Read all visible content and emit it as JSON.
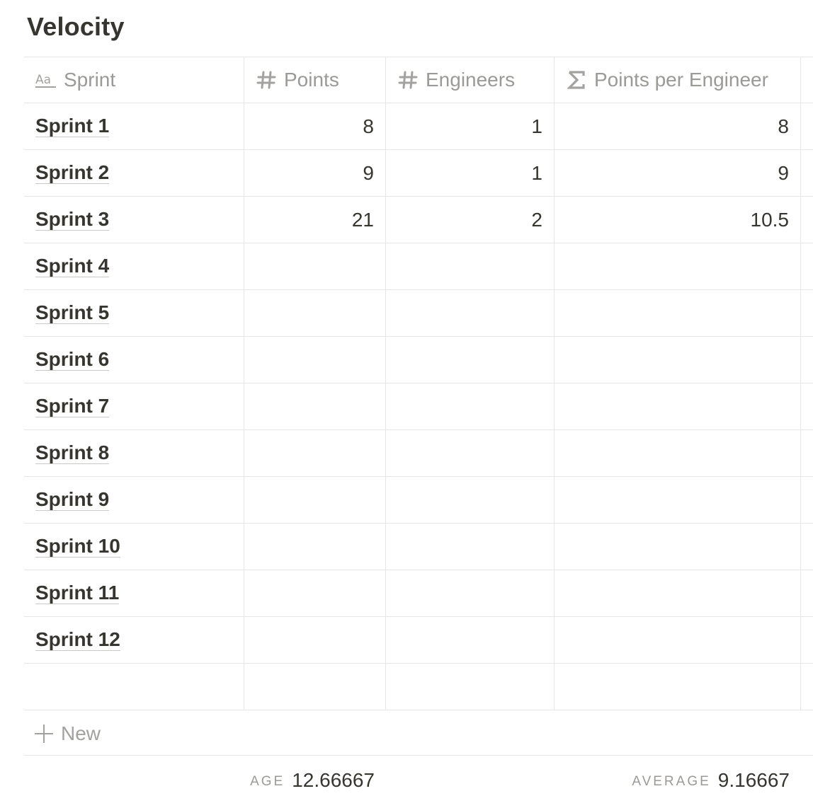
{
  "page": {
    "title": "Velocity"
  },
  "table": {
    "columns": [
      {
        "label": "Sprint",
        "icon": "text-property-icon"
      },
      {
        "label": "Points",
        "icon": "number-property-icon"
      },
      {
        "label": "Engineers",
        "icon": "number-property-icon"
      },
      {
        "label": "Points per Engineer",
        "icon": "formula-property-icon"
      }
    ],
    "rows": [
      {
        "sprint": "Sprint 1",
        "points": "8",
        "engineers": "1",
        "ppe": "8"
      },
      {
        "sprint": "Sprint 2",
        "points": "9",
        "engineers": "1",
        "ppe": "9"
      },
      {
        "sprint": "Sprint 3",
        "points": "21",
        "engineers": "2",
        "ppe": "10.5"
      },
      {
        "sprint": "Sprint 4",
        "points": "",
        "engineers": "",
        "ppe": ""
      },
      {
        "sprint": "Sprint 5",
        "points": "",
        "engineers": "",
        "ppe": ""
      },
      {
        "sprint": "Sprint 6",
        "points": "",
        "engineers": "",
        "ppe": ""
      },
      {
        "sprint": "Sprint 7",
        "points": "",
        "engineers": "",
        "ppe": ""
      },
      {
        "sprint": "Sprint 8",
        "points": "",
        "engineers": "",
        "ppe": ""
      },
      {
        "sprint": "Sprint 9",
        "points": "",
        "engineers": "",
        "ppe": ""
      },
      {
        "sprint": "Sprint 10",
        "points": "",
        "engineers": "",
        "ppe": ""
      },
      {
        "sprint": "Sprint 11",
        "points": "",
        "engineers": "",
        "ppe": ""
      },
      {
        "sprint": "Sprint 12",
        "points": "",
        "engineers": "",
        "ppe": ""
      },
      {
        "sprint": "",
        "points": "",
        "engineers": "",
        "ppe": ""
      }
    ],
    "new_label": "New"
  },
  "footer": {
    "points_calc_label": "AGE",
    "points_calc_value": "12.66667",
    "ppe_calc_label": "AVERAGE",
    "ppe_calc_value": "9.16667"
  }
}
